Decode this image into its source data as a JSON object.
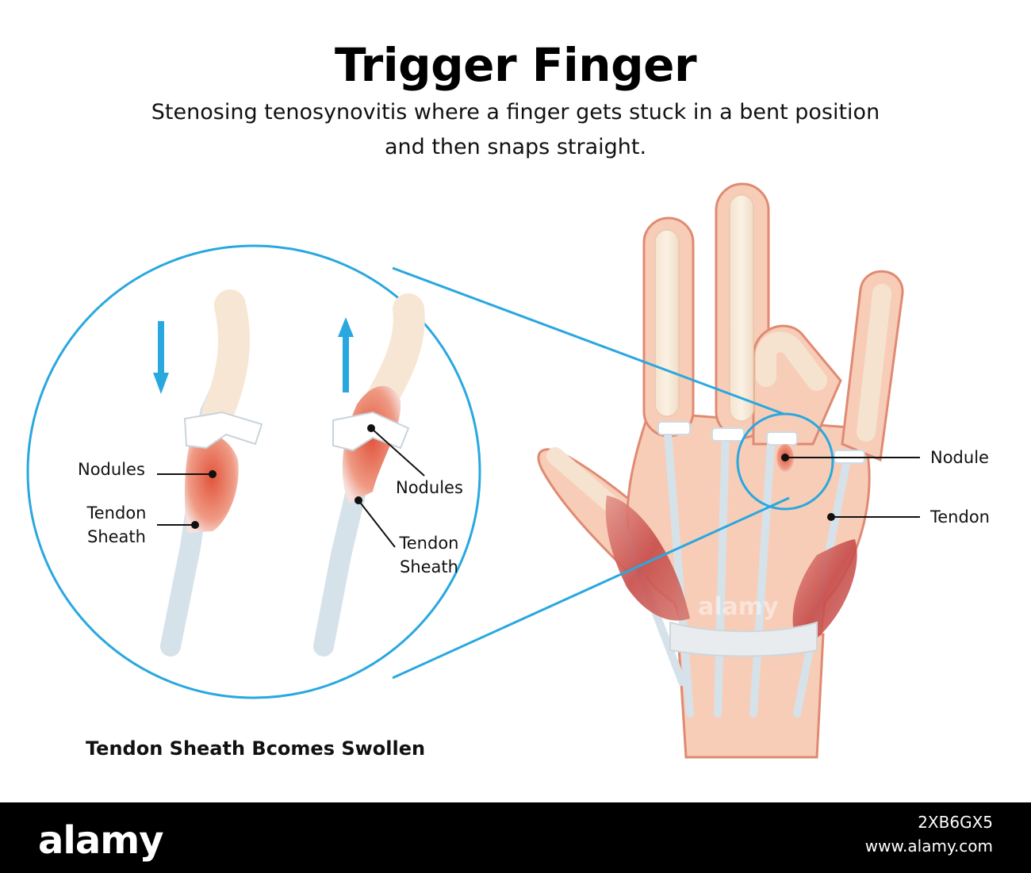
{
  "header": {
    "title": "Trigger Finger",
    "subtitle_line1": "Stenosing tenosynovitis where a finger gets stuck in a bent position",
    "subtitle_line2": "and then snaps straight."
  },
  "zoom_labels": {
    "nodules_left": "Nodules",
    "tendon_left_1": "Tendon",
    "tendon_left_2": "Sheath",
    "nodules_right": "Nodules",
    "tendon_right_1": "Tendon",
    "tendon_right_2": "Sheath"
  },
  "hand_labels": {
    "nodule": "Nodule",
    "tendon": "Tendon"
  },
  "caption": "Tendon Sheath Bcomes Swollen",
  "watermark": "alamy",
  "footer": {
    "logo": "alamy",
    "image_id": "2XB6GX5",
    "site": "www.alamy.com"
  },
  "colors": {
    "zoom_circle": "#29a8df",
    "skin": "#f7cdb8",
    "skin_outline": "#e08a72",
    "inflammation": "#e2553d",
    "tendon": "#d6e2ea",
    "muscle": "#c64a48"
  }
}
